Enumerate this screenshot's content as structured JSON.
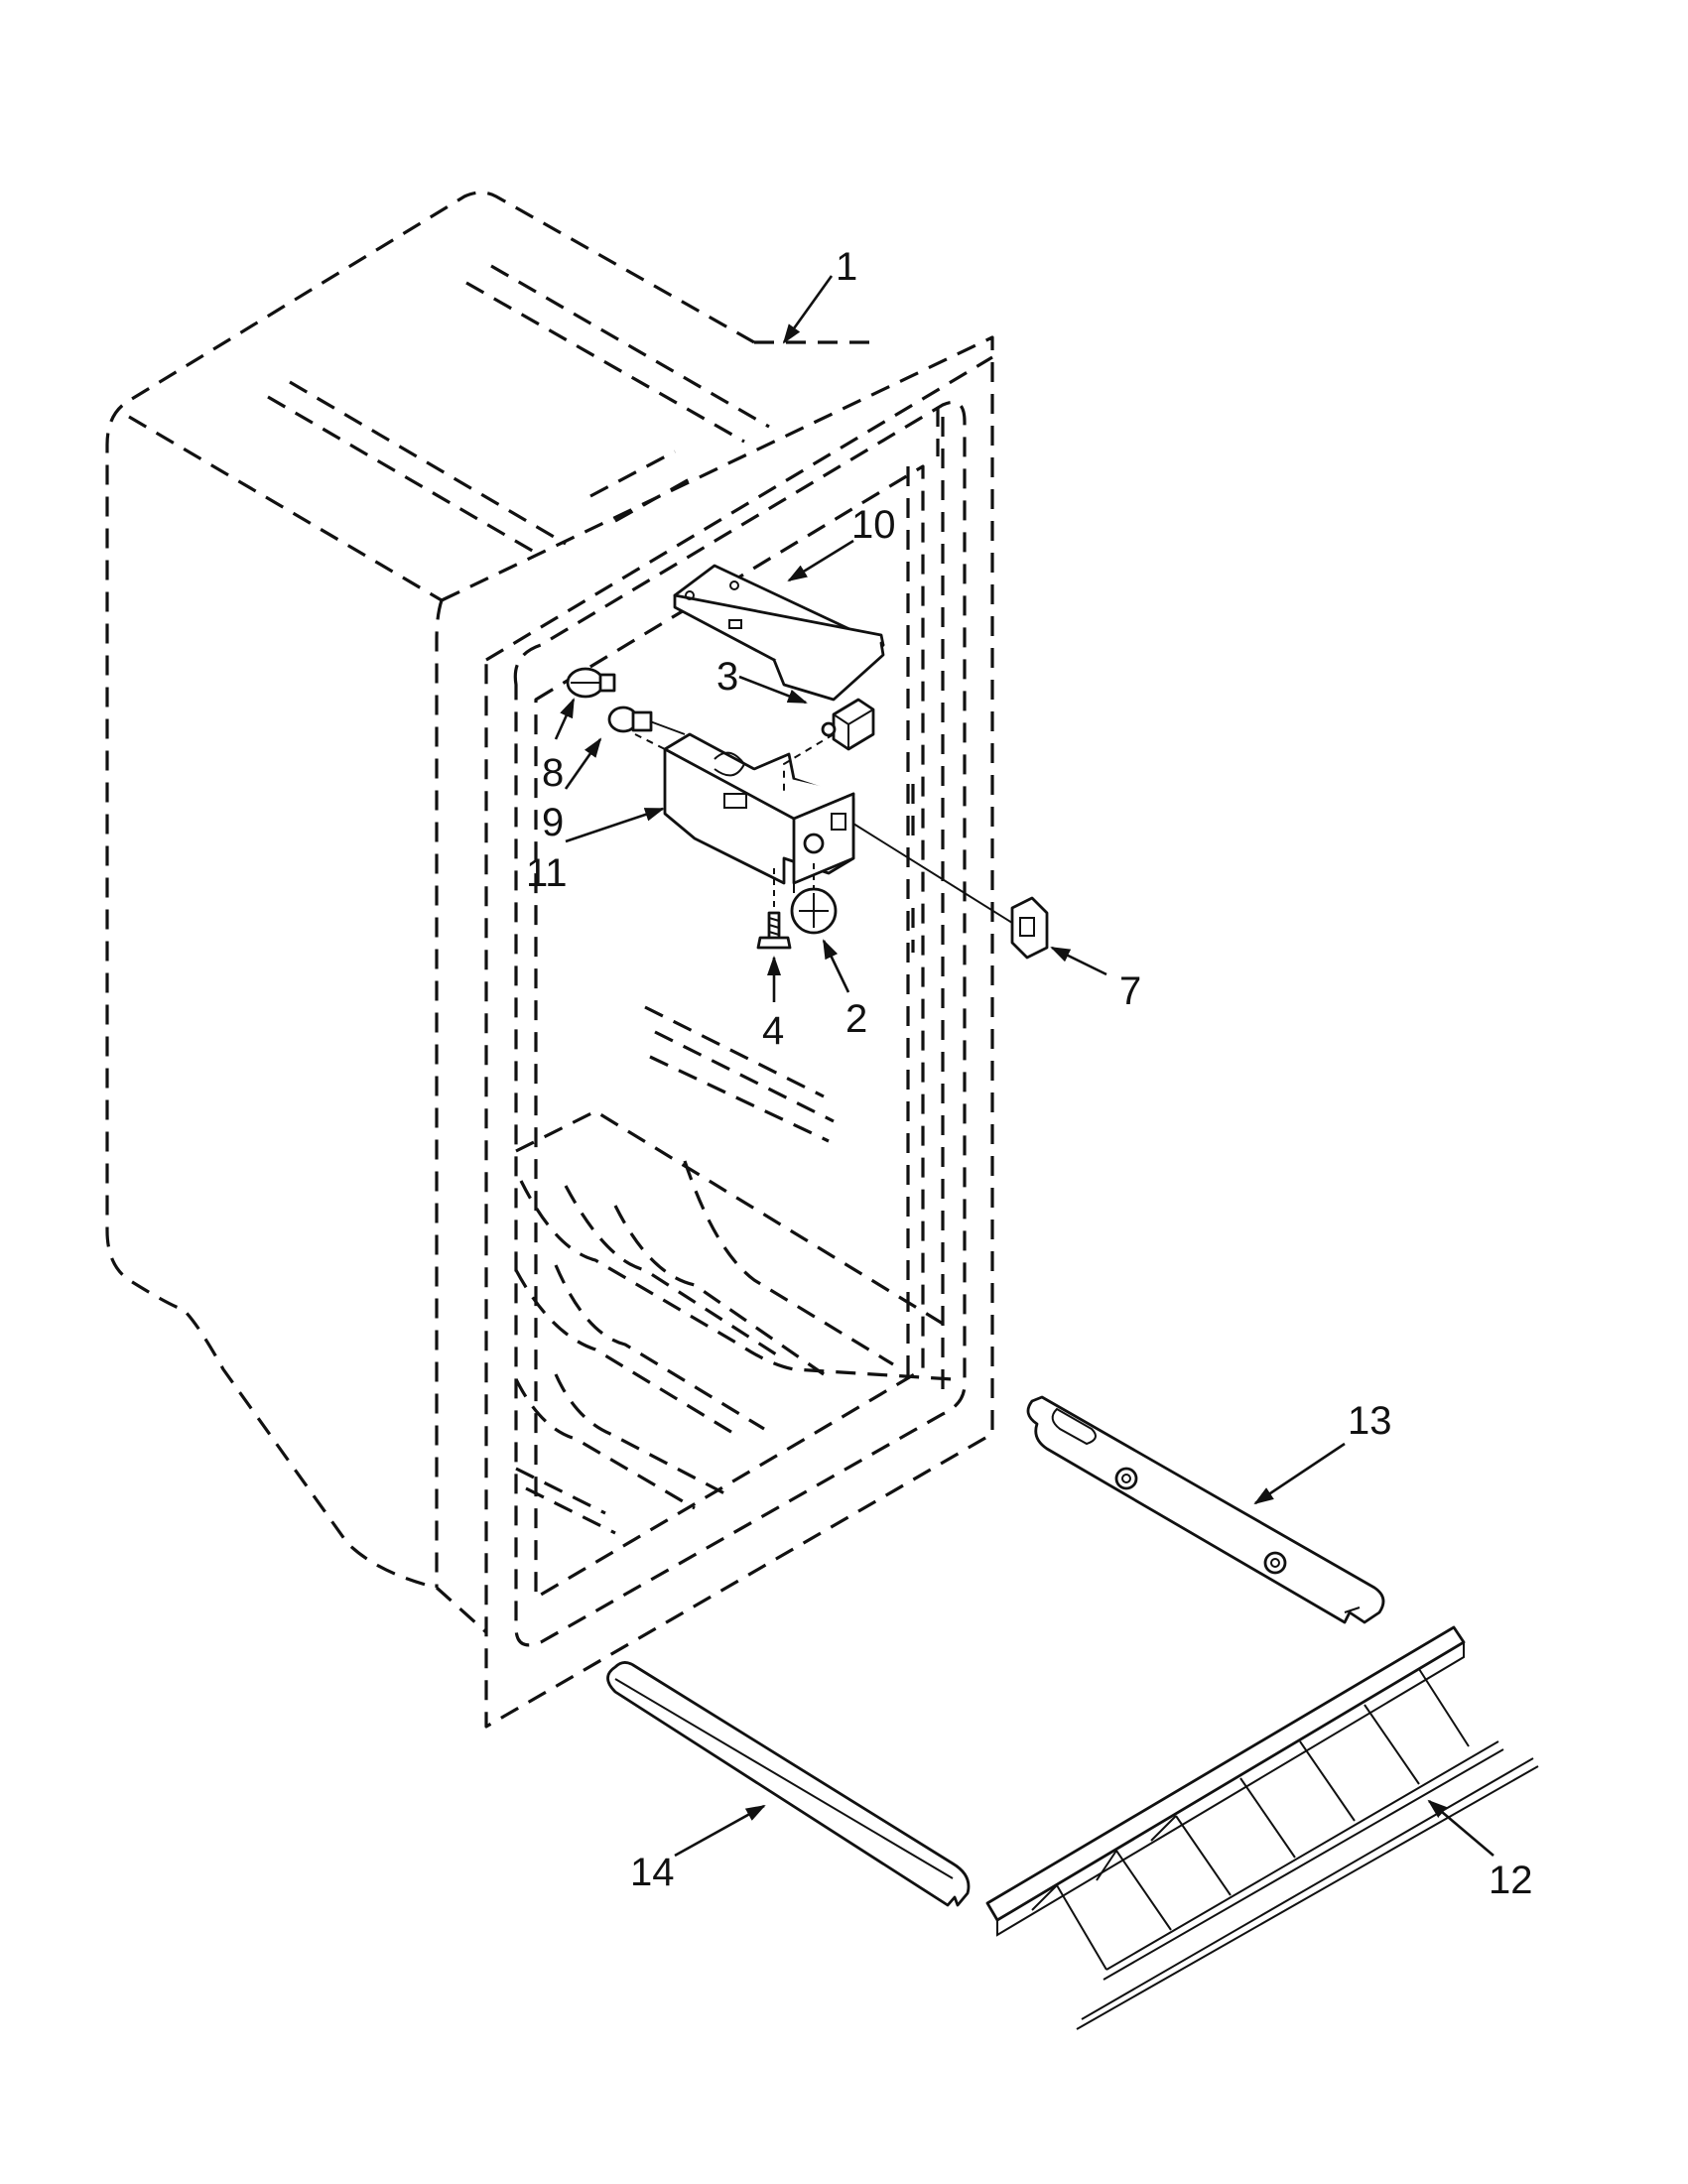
{
  "callouts": {
    "c1": "1",
    "c2": "2",
    "c3": "3",
    "c4": "4",
    "c7": "7",
    "c8": "8",
    "c9": "9",
    "c10": "10",
    "c11": "11",
    "c12": "12",
    "c13": "13",
    "c14": "14"
  }
}
